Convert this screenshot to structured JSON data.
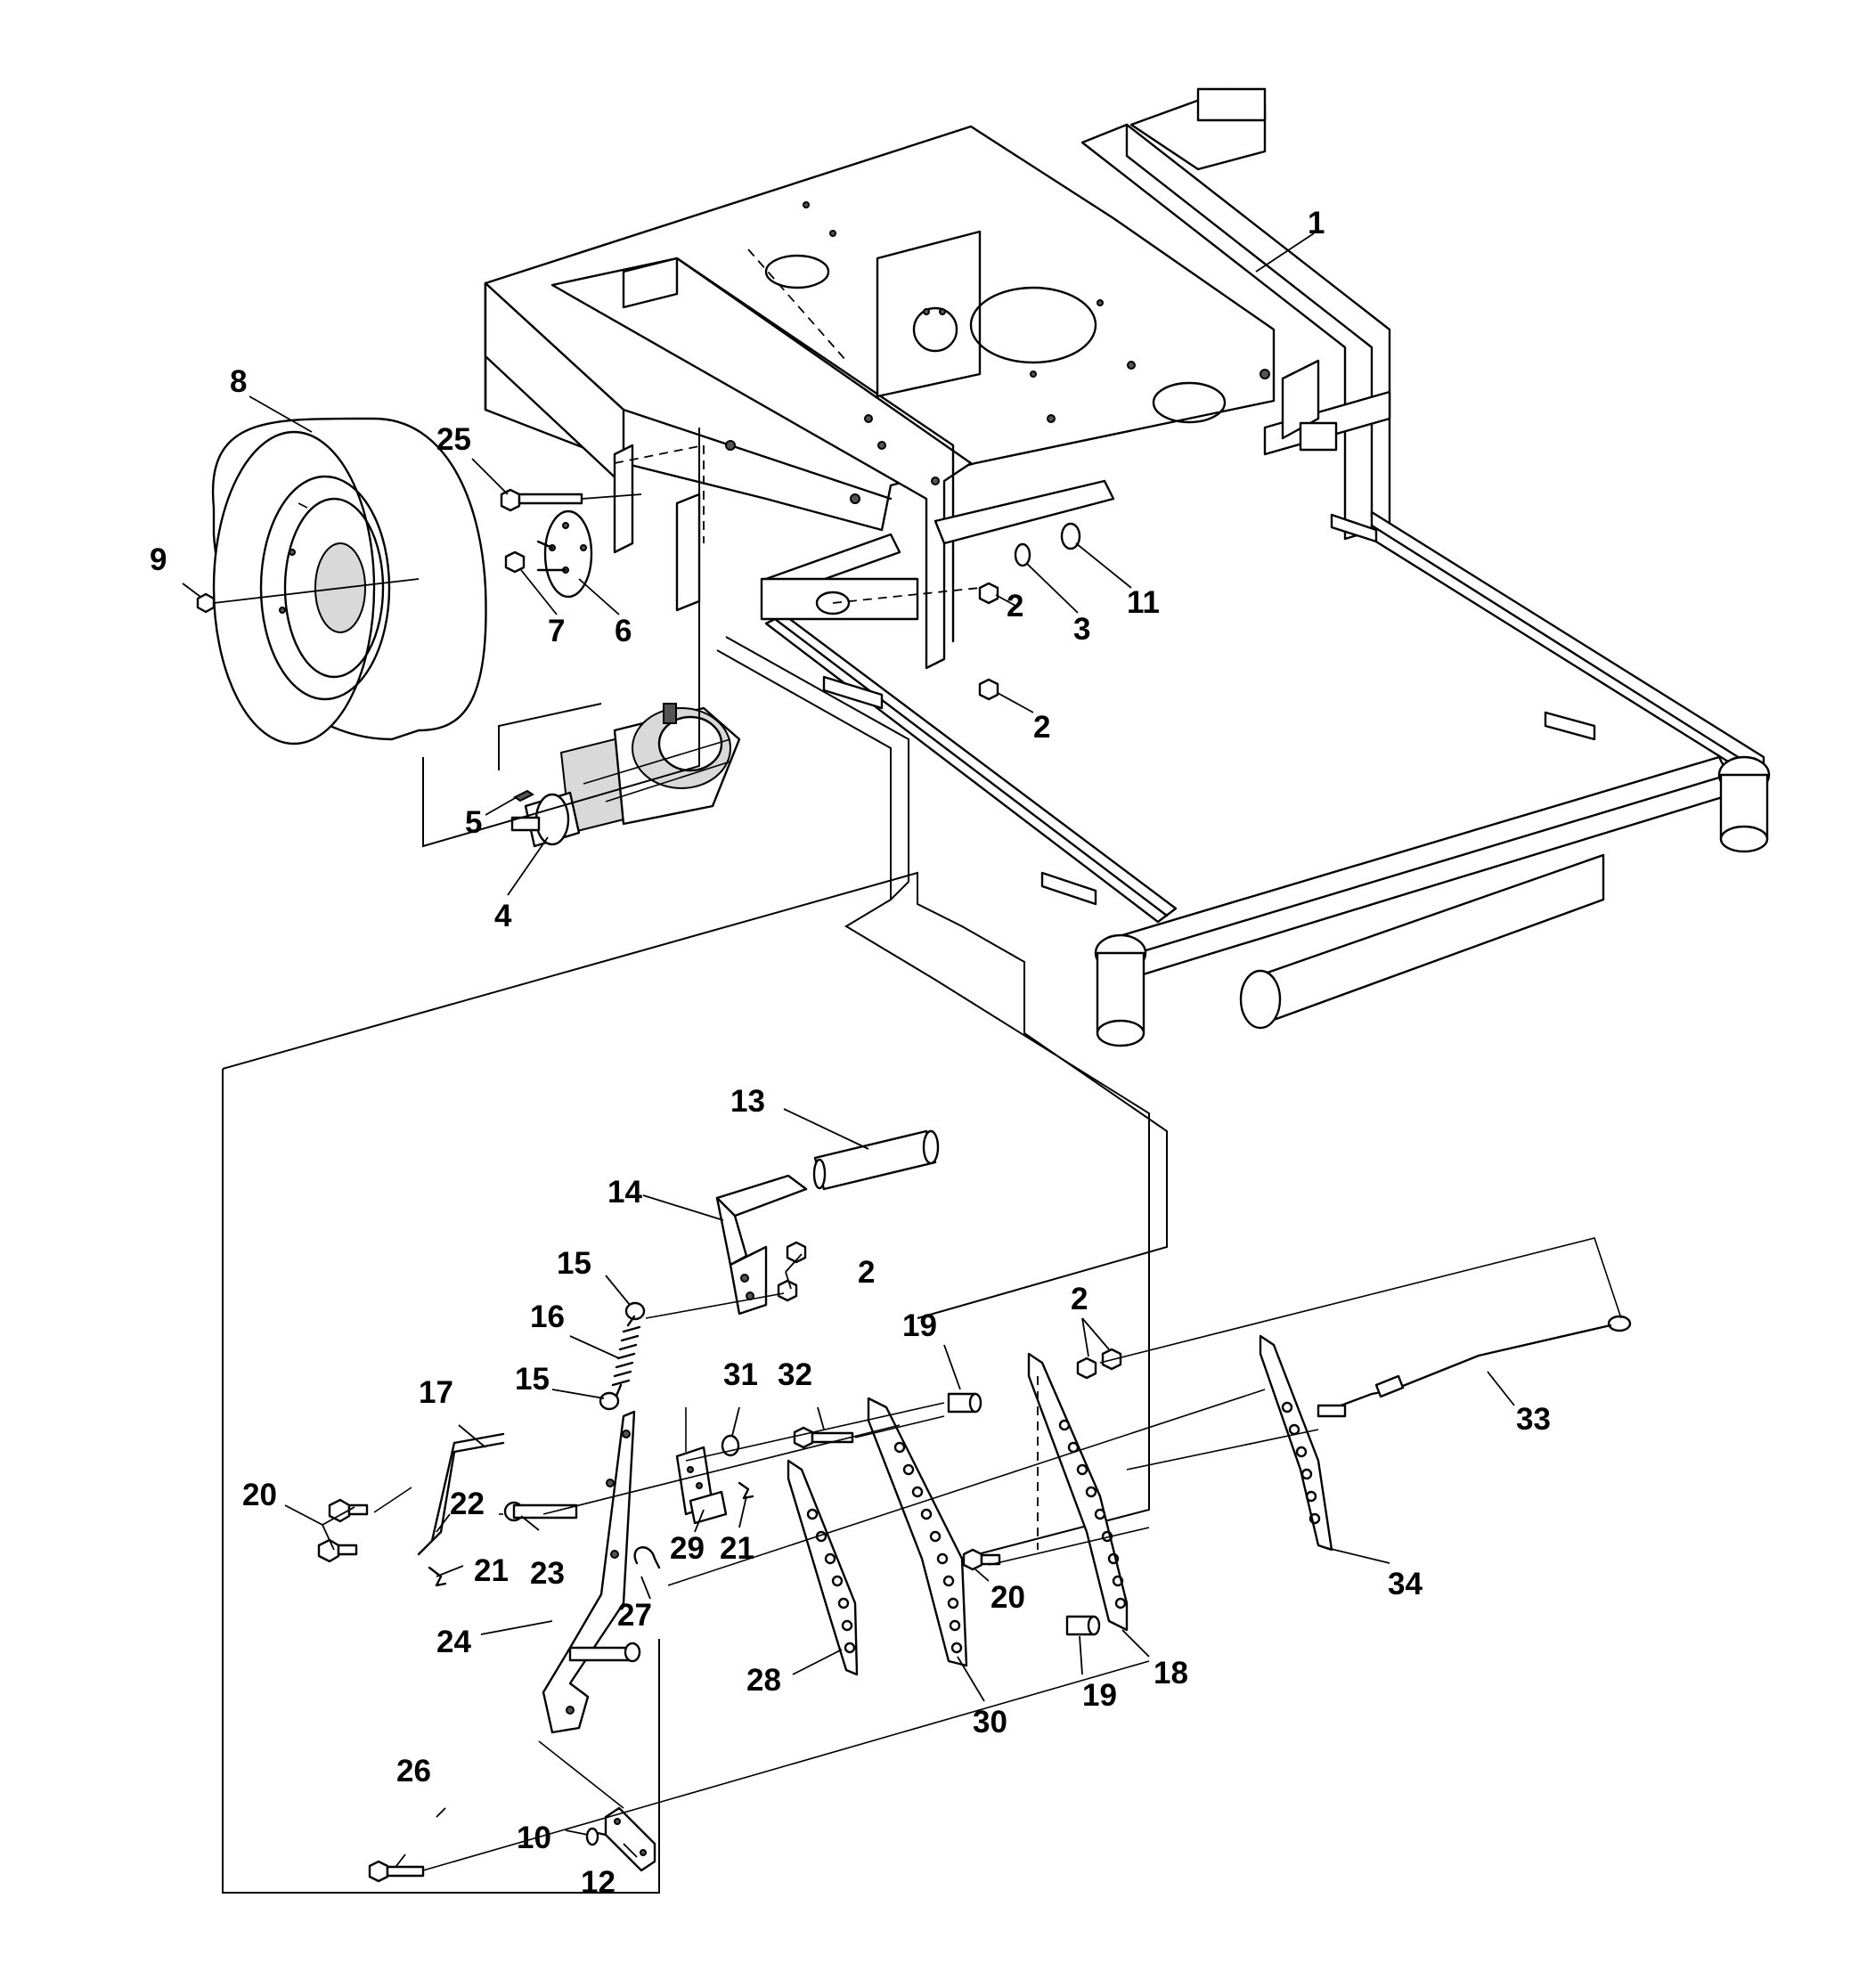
{
  "callouts": {
    "c1": "1",
    "c2a": "2",
    "c2b": "2",
    "c2c": "2",
    "c2d": "2",
    "c3": "3",
    "c4": "4",
    "c5": "5",
    "c6": "6",
    "c7": "7",
    "c8": "8",
    "c9": "9",
    "c10": "10",
    "c11": "11",
    "c12": "12",
    "c13": "13",
    "c14": "14",
    "c15a": "15",
    "c15b": "15",
    "c16": "16",
    "c17": "17",
    "c18": "18",
    "c19a": "19",
    "c19b": "19",
    "c20a": "20",
    "c20b": "20",
    "c21a": "21",
    "c21b": "21",
    "c22": "22",
    "c23": "23",
    "c24": "24",
    "c25": "25",
    "c26": "26",
    "c27": "27",
    "c28": "28",
    "c29": "29",
    "c30": "30",
    "c31": "31",
    "c32": "32",
    "c33": "33",
    "c34": "34"
  }
}
